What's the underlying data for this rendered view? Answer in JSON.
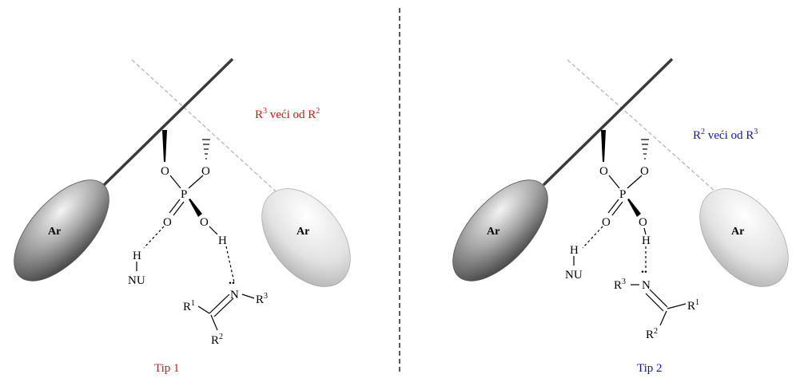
{
  "colors": {
    "red": "#e01010",
    "blue": "#1010d0",
    "ink": "#000000",
    "backbone": "#3a3a3a",
    "dashed_guide": "#b0b0b0"
  },
  "atoms": {
    "O": "O",
    "P": "P",
    "H": "H",
    "N": "N",
    "NU": "NU",
    "R": "R",
    "one": "1",
    "two": "2",
    "three": "3",
    "dash": "–",
    "lone_pair": ".."
  },
  "panel1": {
    "ar_left": "Ar",
    "ar_right": "Ar",
    "note_suffix": " veći od R",
    "note_sup_a": "3",
    "note_sup_b": "2",
    "caption": "Tip 1"
  },
  "panel2": {
    "ar_left": "Ar",
    "ar_right": "Ar",
    "note_suffix": " veći od R",
    "note_sup_a": "2",
    "note_sup_b": "3",
    "caption": "Tip 2"
  }
}
